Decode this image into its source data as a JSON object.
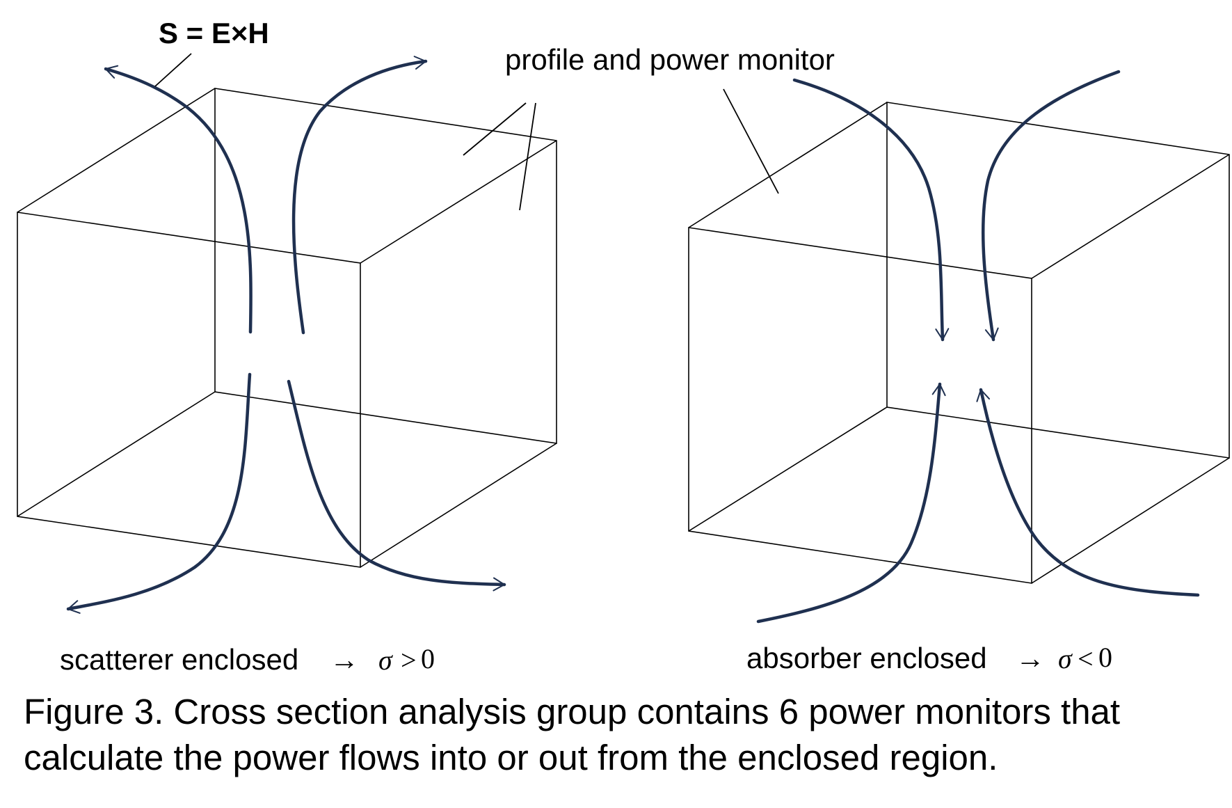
{
  "equation_label": "S = E×H",
  "monitor_label": "profile and power monitor",
  "left_caption": {
    "text": "scatterer enclosed",
    "arrow": "→",
    "sigma": "σ",
    "relation": ">",
    "zero": "0"
  },
  "right_caption": {
    "text": "absorber enclosed",
    "arrow": "→",
    "sigma": "σ",
    "relation": "<",
    "zero": "0"
  },
  "figure_caption": "Figure 3. Cross section analysis group contains 6 power monitors that calculate the power flows into or out from the enclosed region.",
  "colors": {
    "flow_arrow": "#1f3050",
    "cube_edge": "#000000"
  }
}
